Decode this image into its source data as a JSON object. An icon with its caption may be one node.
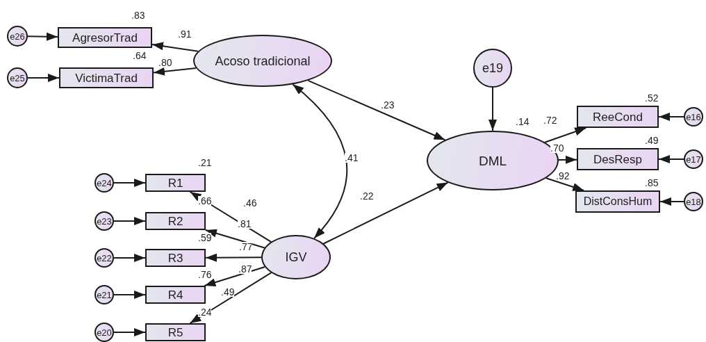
{
  "diagram": {
    "nodes": [
      {
        "text": [
          "e26"
        ]
      },
      {
        "text": [
          "AgresorTrad"
        ],
        "beside": [
          ".83"
        ]
      },
      {
        "text": [
          "e25"
        ]
      },
      {
        "text": [
          "VictimaTrad"
        ],
        "beside": [
          ".64"
        ]
      },
      {
        "text": [
          "Acoso tradicional"
        ]
      },
      {
        "text": [
          "e19"
        ]
      },
      {
        "text": [
          "DML"
        ],
        "beside": [
          ".14"
        ]
      },
      {
        "text": [
          "ReeCond"
        ],
        "beside": [
          ".52"
        ]
      },
      {
        "text": [
          "e16"
        ]
      },
      {
        "text": [
          "DesResp"
        ],
        "beside": [
          ".49"
        ]
      },
      {
        "text": [
          "e17"
        ]
      },
      {
        "text": [
          "DistConsHum"
        ],
        "beside": [
          ".85"
        ]
      },
      {
        "text": [
          "e18"
        ]
      },
      {
        "text": [
          "e24"
        ]
      },
      {
        "text": [
          "R1"
        ],
        "beside": [
          ".21"
        ]
      },
      {
        "text": [
          "e23"
        ]
      },
      {
        "text": [
          "R2"
        ],
        "beside": [
          ".66"
        ]
      },
      {
        "text": [
          "e22"
        ]
      },
      {
        "text": [
          "R3"
        ],
        "beside": [
          ".59"
        ]
      },
      {
        "text": [
          "e21"
        ]
      },
      {
        "text": [
          "R4"
        ],
        "beside": [
          ".76"
        ]
      },
      {
        "text": [
          "e20"
        ]
      },
      {
        "text": [
          "R5"
        ],
        "beside": [
          ".24"
        ]
      },
      {
        "text": [
          "IGV"
        ]
      }
    ],
    "edges": [
      {
        "from": 0,
        "to": 1,
        "arrow": "to"
      },
      {
        "from": 4,
        "to": 1,
        "arrow": "to",
        "label": ".91"
      },
      {
        "from": 2,
        "to": 3,
        "arrow": "to"
      },
      {
        "from": 4,
        "to": 3,
        "arrow": "to",
        "label": ".80"
      },
      {
        "from": 4,
        "to": 23,
        "arrow": "both",
        "label": ".41"
      },
      {
        "from": 4,
        "to": 6,
        "arrow": "to",
        "label": ".23"
      },
      {
        "from": 23,
        "to": 6,
        "arrow": "to",
        "label": ".22"
      },
      {
        "from": 5,
        "to": 6,
        "arrow": "to"
      },
      {
        "from": 6,
        "to": 7,
        "arrow": "to",
        "label": ".72"
      },
      {
        "from": 6,
        "to": 9,
        "arrow": "to",
        "label": ".70"
      },
      {
        "from": 6,
        "to": 11,
        "arrow": "to",
        "label": ".92"
      },
      {
        "from": 8,
        "to": 7,
        "arrow": "to"
      },
      {
        "from": 10,
        "to": 9,
        "arrow": "to"
      },
      {
        "from": 12,
        "to": 11,
        "arrow": "to"
      },
      {
        "from": 13,
        "to": 14,
        "arrow": "to"
      },
      {
        "from": 15,
        "to": 16,
        "arrow": "to"
      },
      {
        "from": 17,
        "to": 18,
        "arrow": "to"
      },
      {
        "from": 19,
        "to": 20,
        "arrow": "to"
      },
      {
        "from": 21,
        "to": 22,
        "arrow": "to"
      },
      {
        "from": 23,
        "to": 14,
        "arrow": "to",
        "label": ".46"
      },
      {
        "from": 23,
        "to": 16,
        "arrow": "to",
        "label": ".81"
      },
      {
        "from": 23,
        "to": 18,
        "arrow": "to",
        "label": ".77"
      },
      {
        "from": 23,
        "to": 20,
        "arrow": "to",
        "label": ".87"
      },
      {
        "from": 23,
        "to": 22,
        "arrow": "to",
        "label": ".49"
      }
    ]
  }
}
